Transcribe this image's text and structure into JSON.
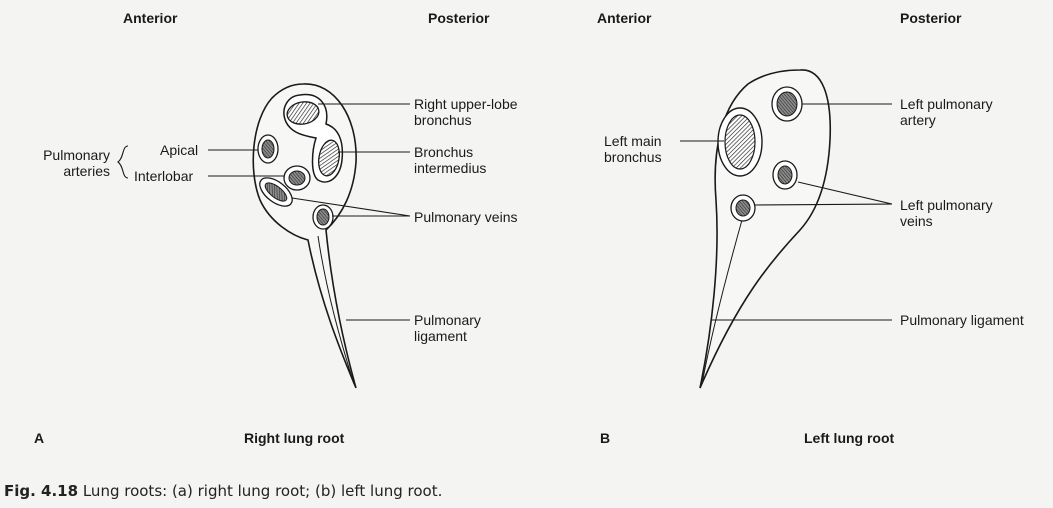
{
  "panel_a": {
    "letter": "A",
    "title": "Right lung root",
    "anterior": "Anterior",
    "posterior": "Posterior",
    "labels": {
      "upper_lobe": "Right upper-lobe\nbronchus",
      "bronchus_intermedius": "Bronchus\nintermedius",
      "pulmonary_veins": "Pulmonary veins",
      "pulmonary_ligament": "Pulmonary\nligament",
      "pulmonary_arteries": "Pulmonary\narteries",
      "apical": "Apical",
      "interlobar": "Interlobar"
    }
  },
  "panel_b": {
    "letter": "B",
    "title": "Left lung root",
    "anterior": "Anterior",
    "posterior": "Posterior",
    "labels": {
      "left_pulmonary_artery": "Left pulmonary\nartery",
      "left_main_bronchus": "Left main\nbronchus",
      "left_pulmonary_veins": "Left pulmonary\nveins",
      "pulmonary_ligament": "Pulmonary ligament"
    }
  },
  "caption": {
    "figure_number": "Fig. 4.18",
    "text": "Lung roots: (a) right lung root; (b) left lung root."
  }
}
